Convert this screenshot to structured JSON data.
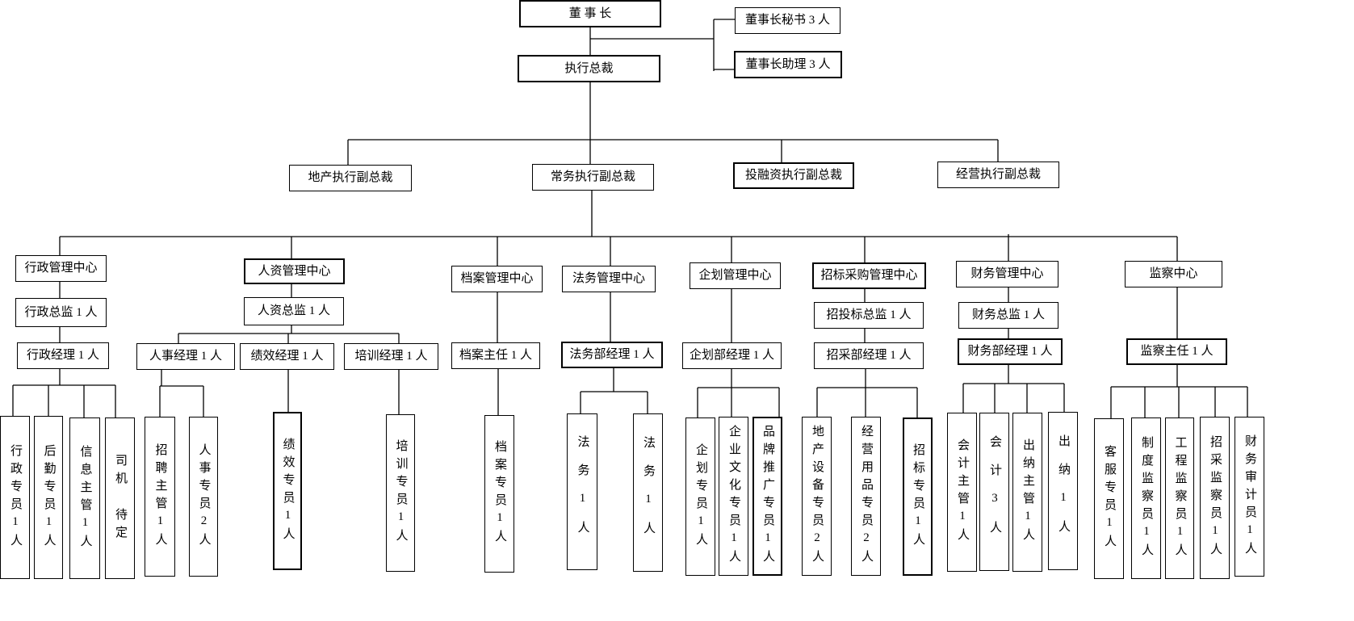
{
  "chairman": {
    "label": "董 事 长"
  },
  "chairman_staff": {
    "secretary": "董事长秘书 3 人",
    "assistant": "董事长助理 3 人"
  },
  "ceo": {
    "label": "执行总裁"
  },
  "vice_presidents": [
    "地产执行副总裁",
    "常务执行副总裁",
    "投融资执行副总裁",
    "经营执行副总裁"
  ],
  "centers": [
    {
      "name": "行政管理中心",
      "director": "行政总监 1 人",
      "managers": [
        {
          "title": "行政经理 1 人",
          "staff": [
            "行政专员1人",
            "后勤专员1人",
            "信息主管1人",
            "司机 待定"
          ]
        }
      ]
    },
    {
      "name": "人资管理中心",
      "director": "人资总监 1 人",
      "managers": [
        {
          "title": "人事经理 1 人",
          "staff": [
            "招聘主管1人",
            "人事专员2人"
          ]
        },
        {
          "title": "绩效经理 1 人",
          "staff": [
            "绩效专员1人"
          ]
        },
        {
          "title": "培训经理 1 人",
          "staff": [
            "培训专员1人"
          ]
        }
      ]
    },
    {
      "name": "档案管理中心",
      "managers": [
        {
          "title": "档案主任 1 人",
          "staff": [
            "档案专员1人"
          ]
        }
      ]
    },
    {
      "name": "法务管理中心",
      "managers": [
        {
          "title": "法务部经理 1 人",
          "staff": [
            "法务1人",
            "法务1人"
          ]
        }
      ]
    },
    {
      "name": "企划管理中心",
      "managers": [
        {
          "title": "企划部经理 1 人",
          "staff": [
            "企划专员1人",
            "企业文化专员1人",
            "品牌推广专员1人"
          ]
        }
      ]
    },
    {
      "name": "招标采购管理中心",
      "director": "招投标总监 1 人",
      "managers": [
        {
          "title": "招采部经理 1 人",
          "staff": [
            "地产设备专员2人",
            "经营用品专员2人",
            "招标专员1人"
          ]
        }
      ]
    },
    {
      "name": "财务管理中心",
      "director": "财务总监 1 人",
      "managers": [
        {
          "title": "财务部经理 1 人",
          "staff": [
            "会计主管1人",
            "会计3人",
            "出纳主管1人",
            "出纳1人"
          ]
        }
      ]
    },
    {
      "name": "监察中心",
      "managers": [
        {
          "title": "监察主任 1 人",
          "staff": [
            "客服专员1人",
            "制度监察员1人",
            "工程监察员1人",
            "招采监察员1人",
            "财务审计员1人"
          ]
        }
      ]
    }
  ]
}
